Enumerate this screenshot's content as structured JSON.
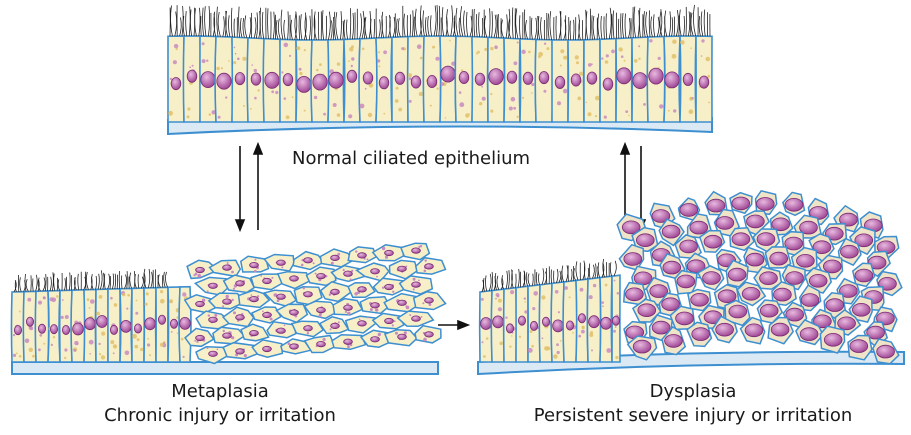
{
  "labels": {
    "normal": "Normal ciliated epithelium",
    "metaplasia_title": "Metaplasia",
    "metaplasia_sub": "Chronic injury or irritation",
    "dysplasia_title": "Dysplasia",
    "dysplasia_sub": "Persistent severe injury or irritation"
  },
  "colors": {
    "membrane": "#3d8fd0",
    "cytoplasm": "#f7efc8",
    "nucleus": "#b560a8",
    "nucleus_dark": "#7a2a72",
    "basement": "#d7e7f3",
    "cilia": "#222222"
  }
}
